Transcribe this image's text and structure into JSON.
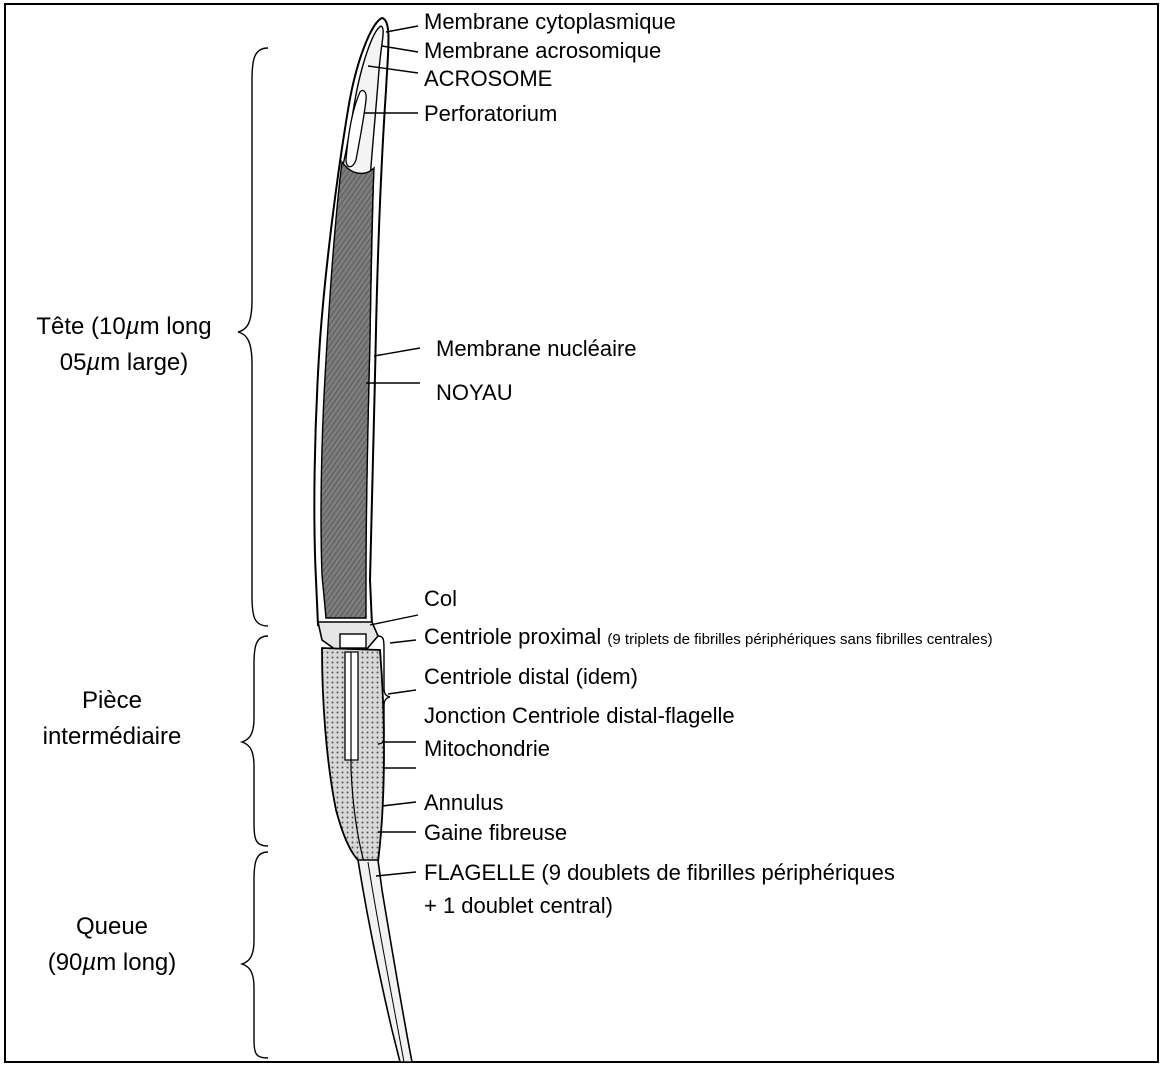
{
  "regions": {
    "head": {
      "line1_prefix": "Tête (10",
      "line1_unit": "µm long",
      "line2_prefix": "05",
      "line2_unit": "µm large)"
    },
    "midpiece": {
      "line1": "Pièce",
      "line2": "intermédiaire"
    },
    "tail": {
      "line1": "Queue",
      "line2_prefix": "(90",
      "line2_unit": "µm long)"
    }
  },
  "labels": {
    "cell_membrane": "Membrane cytoplasmique",
    "acrosomal_membrane": "Membrane acrosomique",
    "acrosome": "ACROSOME",
    "perforatorium": "Perforatorium",
    "nuclear_membrane": "Membrane nucléaire",
    "nucleus": "NOYAU",
    "neck": "Col",
    "proximal_centriole": "Centriole proximal",
    "proximal_centriole_note": "(9 triplets de fibrilles périphériques sans fibrilles centrales)",
    "distal_centriole": "Centriole distal (idem)",
    "junction": "Jonction Centriole distal-flagelle",
    "mitochondria": "Mitochondrie",
    "annulus": "Annulus",
    "fibrous_sheath": "Gaine fibreuse",
    "flagellum_line1": "FLAGELLE (9 doublets de fibrilles périphériques",
    "flagellum_line2": "+ 1 doublet central)"
  },
  "colors": {
    "ink": "#000000",
    "nucleus_fill": "#8a8a8a",
    "background": "#ffffff"
  }
}
